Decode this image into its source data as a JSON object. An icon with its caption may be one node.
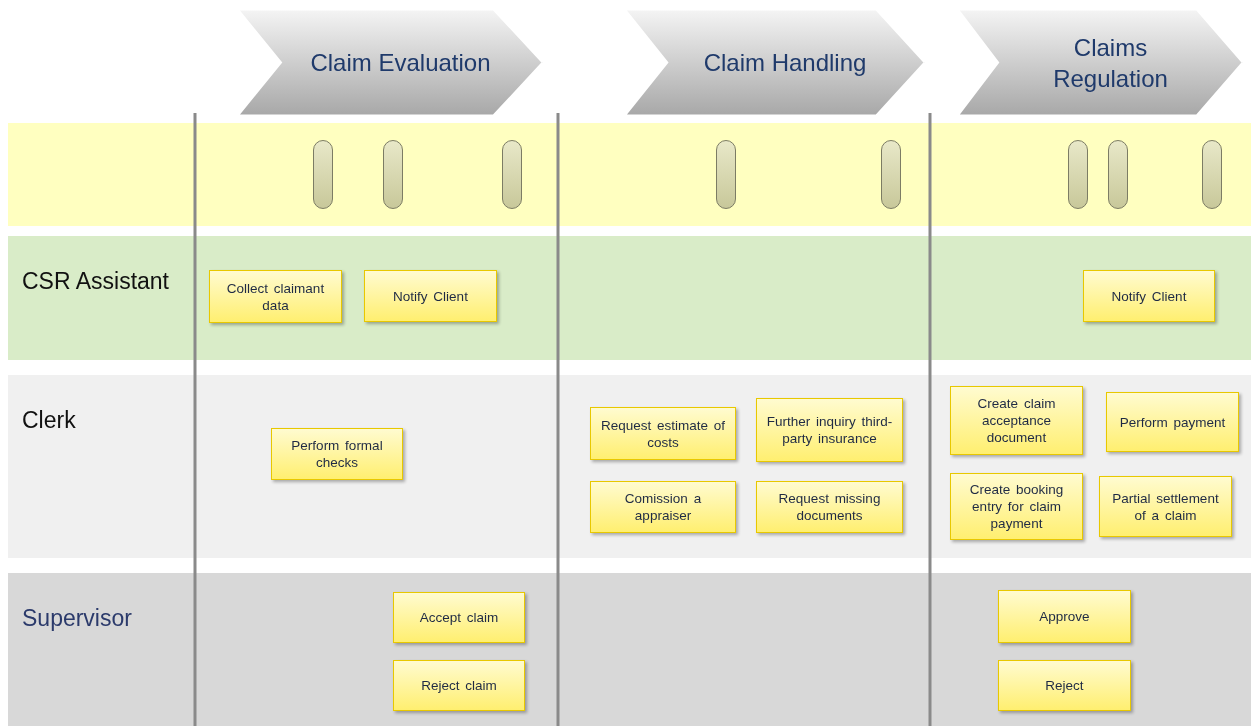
{
  "diagram": {
    "nodes": [
      {
        "text": [
          "Claim Evaluation"
        ]
      },
      {
        "text": [
          "Claim Handling"
        ]
      },
      {
        "text": [
          "Claims Regulation"
        ]
      },
      {
        "text": [],
        "shape": "bar"
      },
      {
        "text": [],
        "shape": "capsule",
        "in": 3
      },
      {
        "text": [],
        "shape": "capsule",
        "in": 3
      },
      {
        "text": [],
        "shape": "capsule",
        "in": 3
      },
      {
        "text": [],
        "shape": "capsule",
        "in": 3
      },
      {
        "text": [],
        "shape": "capsule",
        "in": 3
      },
      {
        "text": [],
        "shape": "capsule",
        "in": 3
      },
      {
        "text": [],
        "shape": "capsule",
        "in": 3
      },
      {
        "text": [],
        "shape": "capsule",
        "in": 3
      },
      {
        "text": [
          "CSR Assistant"
        ]
      },
      {
        "text": [
          "Collect claimant data"
        ],
        "in": 12
      },
      {
        "text": [
          "Notify Client"
        ],
        "in": 12
      },
      {
        "text": [
          "Notify Client"
        ],
        "in": 12
      },
      {
        "text": [
          "Clerk"
        ]
      },
      {
        "text": [
          "Perform formal checks"
        ],
        "in": 16
      },
      {
        "text": [
          "Request estimate of costs"
        ],
        "in": 16
      },
      {
        "text": [
          "Further inquiry third-party insurance"
        ],
        "in": 16
      },
      {
        "text": [
          "Create claim acceptance document"
        ],
        "in": 16
      },
      {
        "text": [
          "Perform payment"
        ],
        "in": 16
      },
      {
        "text": [
          "Comission a appraiser"
        ],
        "in": 16
      },
      {
        "text": [
          "Request missing documents"
        ],
        "in": 16
      },
      {
        "text": [
          "Create booking entry for claim payment"
        ],
        "in": 16
      },
      {
        "text": [
          "Partial settlement of a claim"
        ],
        "in": 16
      },
      {
        "text": [
          "Supervisor"
        ]
      },
      {
        "text": [
          "Accept claim"
        ],
        "in": 26
      },
      {
        "text": [
          "Approve"
        ],
        "in": 26
      },
      {
        "text": [
          "Reject claim"
        ],
        "in": 26
      },
      {
        "text": [
          "Reject"
        ],
        "in": 26
      }
    ]
  }
}
